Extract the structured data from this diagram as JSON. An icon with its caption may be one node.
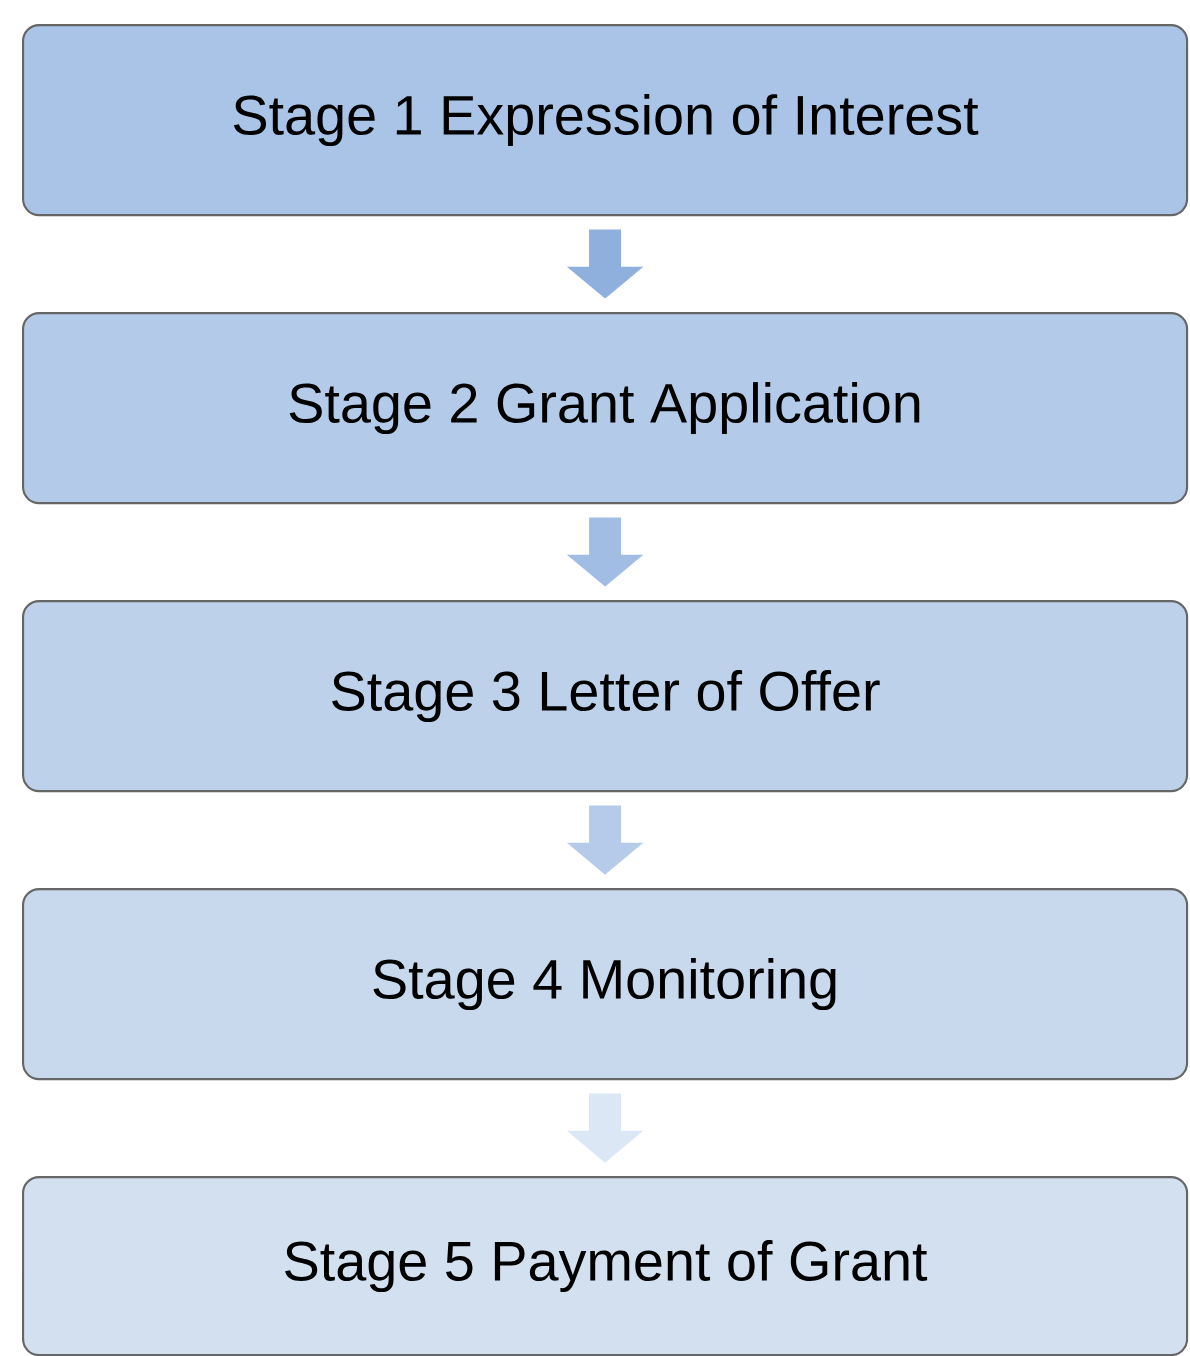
{
  "diagram": {
    "nodes": [
      {
        "text": [
          "Stage 1 Expression of Interest"
        ]
      },
      {
        "text": [
          "Stage 2 Grant Application"
        ]
      },
      {
        "text": [
          "Stage 3 Letter of Offer"
        ]
      },
      {
        "text": [
          "Stage 4 Monitoring"
        ]
      },
      {
        "text": [
          "Stage 5 Payment of Grant"
        ]
      }
    ],
    "edges": [
      {
        "from": 0,
        "to": 1,
        "arrow": "to",
        "color": "#8fb0dc"
      },
      {
        "from": 1,
        "to": 2,
        "arrow": "to",
        "color": "#a2bde3"
      },
      {
        "from": 2,
        "to": 3,
        "arrow": "to",
        "color": "#b5cbe9"
      },
      {
        "from": 3,
        "to": 4,
        "arrow": "to",
        "color": "#dce7f5"
      }
    ]
  }
}
